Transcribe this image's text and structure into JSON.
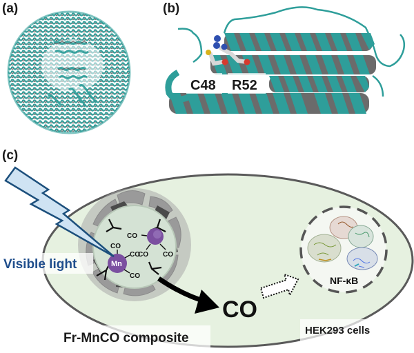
{
  "panels": {
    "a": {
      "label": "(a)",
      "description": "Ferritin 24-mer cage, cartoon representation"
    },
    "b": {
      "label": "(b)",
      "description": "Ferritin subunit four-helix bundle",
      "residues": [
        "C48",
        "R52"
      ]
    },
    "c": {
      "label": "(c)",
      "light_label": "Visible light",
      "composite_label": "Fr-MnCO composite",
      "metal_label": "Mn",
      "ligand_label": "CO",
      "released_label": "CO",
      "target_label": "NF-κB",
      "cell_label": "HEK293 cells"
    }
  },
  "colors": {
    "protein_teal": "#2e9e9a",
    "protein_grey": "#6b6b6b",
    "cell_fill": "#e6f1e0",
    "cell_outline": "#5a5a5a",
    "light_fill": "#cfe3f3",
    "light_outline": "#1c4f7c",
    "light_text": "#1f4e8c",
    "mn_purple": "#7b4fa0"
  }
}
